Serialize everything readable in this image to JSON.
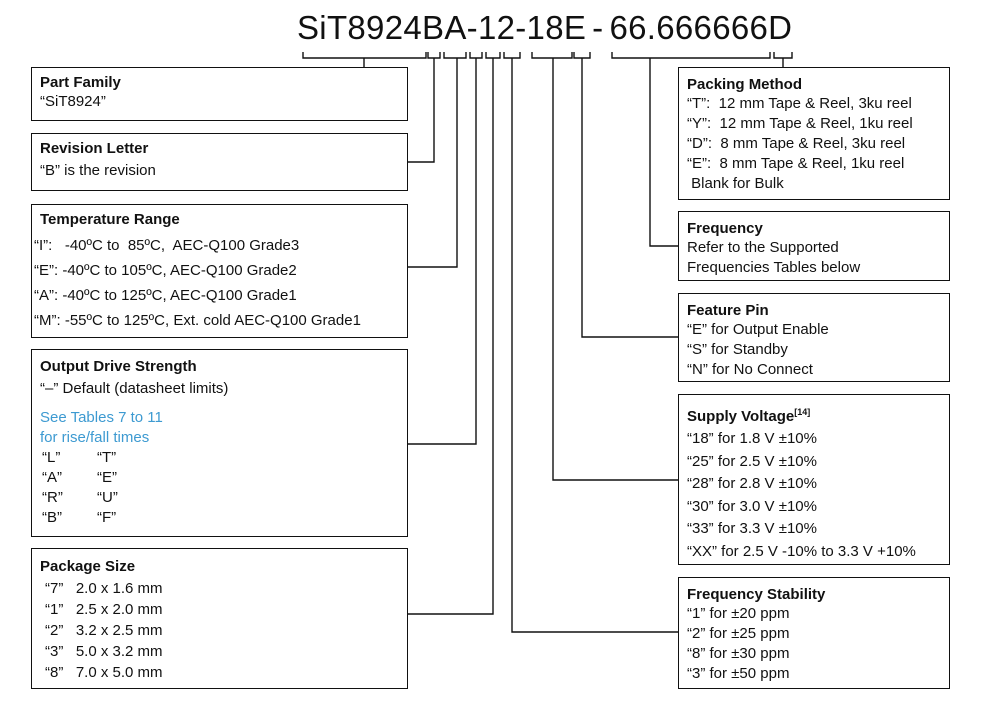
{
  "part_number": {
    "segments": [
      "SiT8924",
      "B",
      "A",
      "-",
      "12",
      "-",
      "18",
      "E",
      "-",
      "66.666666",
      "D"
    ],
    "full": "SiT8924BA-12-18E-66.666666D"
  },
  "left_boxes": {
    "part_family": {
      "title": "Part Family",
      "lines": [
        "“SiT8924”"
      ]
    },
    "revision_letter": {
      "title": "Revision Letter",
      "lines": [
        "“B” is the revision"
      ]
    },
    "temperature_range": {
      "title": "Temperature Range",
      "lines": [
        "“I”:   -40ºC to  85ºC,  AEC-Q100 Grade3",
        "“E”: -40ºC to 105ºC, AEC-Q100 Grade2",
        "“A”: -40ºC to 125ºC, AEC-Q100 Grade1",
        "“M”: -55ºC to 125ºC, Ext. cold AEC-Q100 Grade1"
      ]
    },
    "output_drive_strength": {
      "title": "Output Drive Strength",
      "default_line": "“–” Default (datasheet limits)",
      "note_lines": [
        "See Tables 7 to 11",
        "for rise/fall times"
      ],
      "pairs": [
        [
          "“L”",
          "“T”"
        ],
        [
          "“A”",
          "“E”"
        ],
        [
          "“R”",
          "“U”"
        ],
        [
          "“B”",
          "“F”"
        ]
      ]
    },
    "package_size": {
      "title": "Package Size",
      "lines": [
        "“7”   2.0 x 1.6 mm",
        "“1”   2.5 x 2.0 mm",
        "“2”   3.2 x 2.5 mm",
        "“3”   5.0 x 3.2 mm",
        "“8”   7.0 x 5.0 mm"
      ]
    }
  },
  "right_boxes": {
    "packing_method": {
      "title": "Packing Method",
      "lines": [
        "“T”:  12 mm Tape & Reel, 3ku reel",
        "“Y”:  12 mm Tape & Reel, 1ku reel",
        "“D”:  8 mm Tape & Reel, 3ku reel",
        "“E”:  8 mm Tape & Reel, 1ku reel",
        " Blank for Bulk"
      ]
    },
    "frequency": {
      "title": "Frequency",
      "lines": [
        "Refer to the Supported",
        "Frequencies Tables below"
      ]
    },
    "feature_pin": {
      "title": "Feature Pin",
      "lines": [
        "“E” for Output Enable",
        "“S” for Standby",
        "“N” for No Connect"
      ]
    },
    "supply_voltage": {
      "title": "Supply Voltage",
      "title_sup": "[14]",
      "lines": [
        "“18” for 1.8 V ±10%",
        "“25” for 2.5 V ±10%",
        "“28” for 2.8 V ±10%",
        "“30” for 3.0 V ±10%",
        "“33” for 3.3 V ±10%",
        "“XX” for 2.5 V -10% to 3.3 V +10%"
      ]
    },
    "frequency_stability": {
      "title": "Frequency Stability",
      "lines": [
        "“1” for ±20 ppm",
        "“2” for ±25 ppm",
        "“8” for ±30 ppm",
        "“3” for ±50 ppm"
      ]
    }
  },
  "colors": {
    "line": "#111111",
    "note": "#3d9ad1"
  }
}
